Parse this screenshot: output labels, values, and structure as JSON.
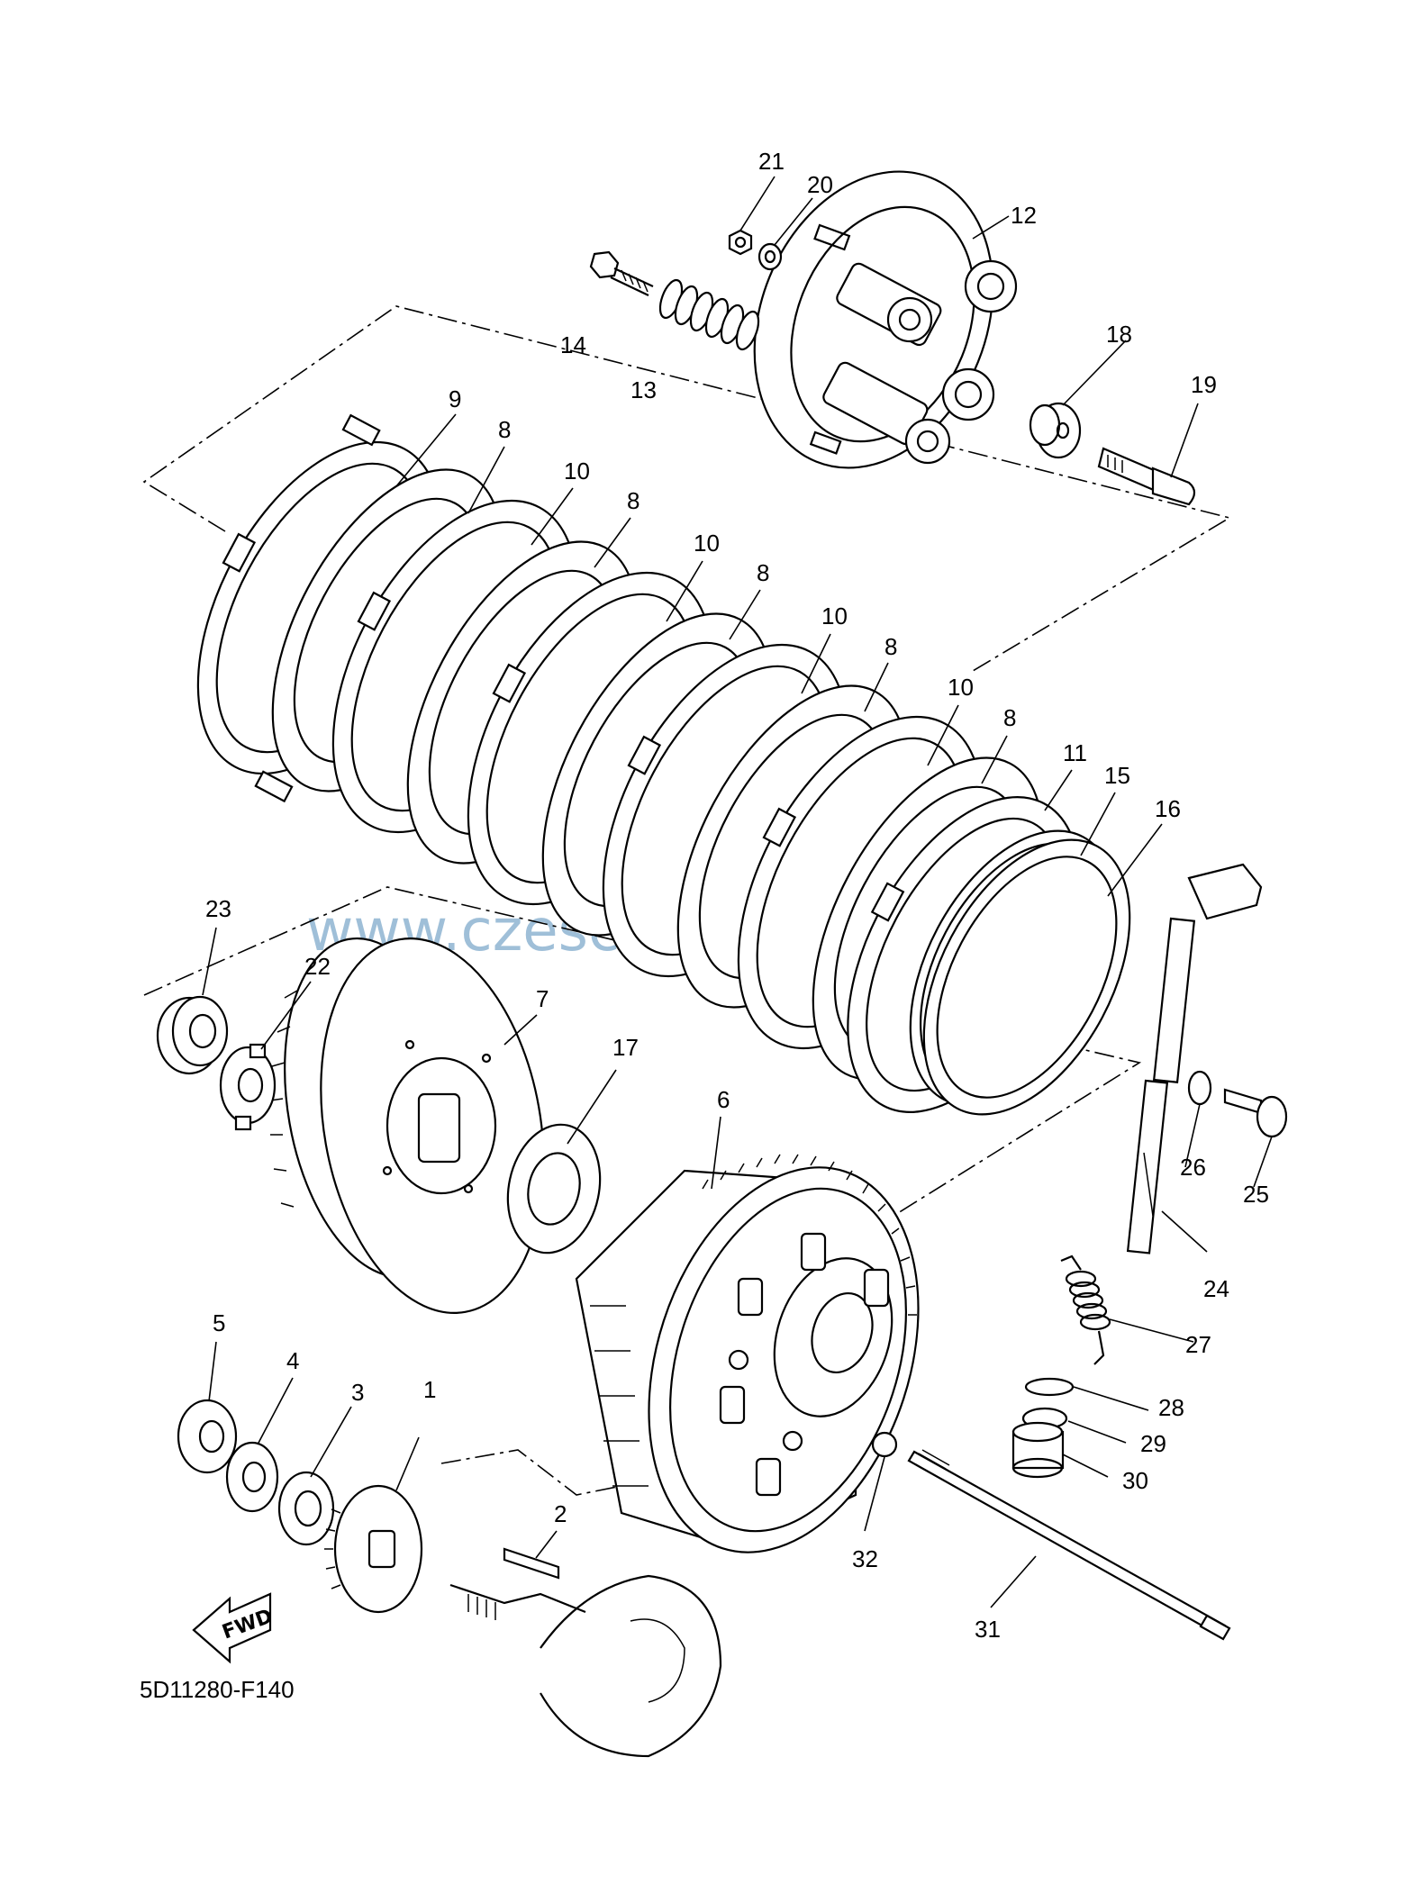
{
  "diagram": {
    "code": "5D11280-F140",
    "watermark": "www.czesci-do-motocykli.pl",
    "fwd_label": "FWD",
    "part_numbers": [
      "1",
      "2",
      "3",
      "4",
      "5",
      "6",
      "7",
      "8",
      "8",
      "8",
      "8",
      "8",
      "9",
      "10",
      "10",
      "10",
      "10",
      "11",
      "12",
      "13",
      "14",
      "15",
      "16",
      "17",
      "18",
      "19",
      "20",
      "21",
      "22",
      "23",
      "24",
      "25",
      "26",
      "27",
      "28",
      "29",
      "30",
      "31",
      "32"
    ]
  }
}
